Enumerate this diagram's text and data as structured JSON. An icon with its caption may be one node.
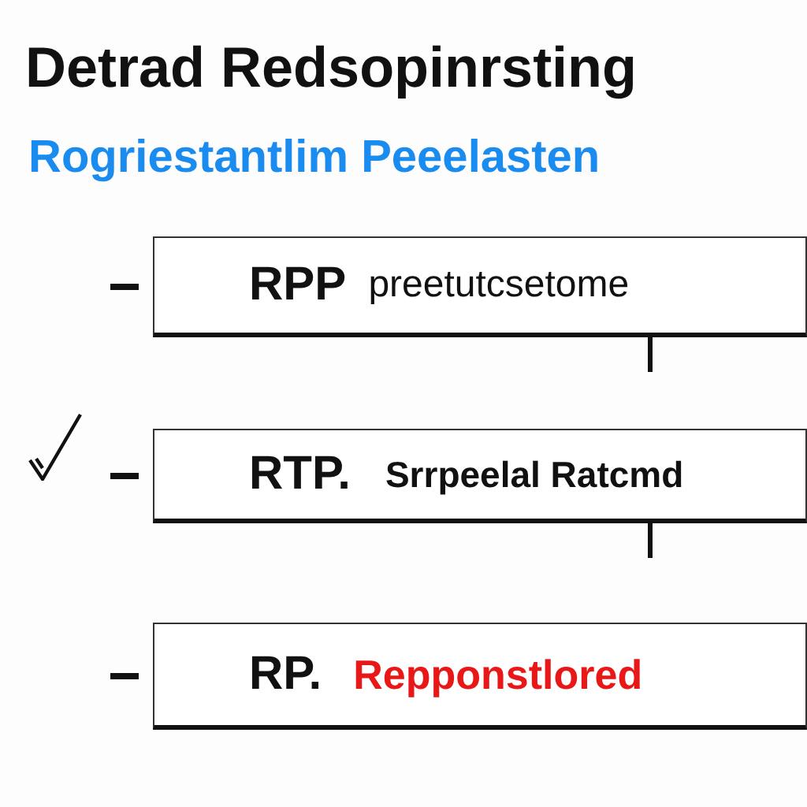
{
  "diagram": {
    "title": "Detrad Redsopinrsting",
    "caption": "Rogriestantlim Peeelasten",
    "nodes": [
      {
        "text": [
          "RPP",
          "preetutcsetome"
        ]
      },
      {
        "text": [
          "RTP.",
          "Srrpeelal Ratcmd"
        ]
      },
      {
        "text": [
          "RP.",
          "Repponstlored"
        ]
      }
    ]
  }
}
